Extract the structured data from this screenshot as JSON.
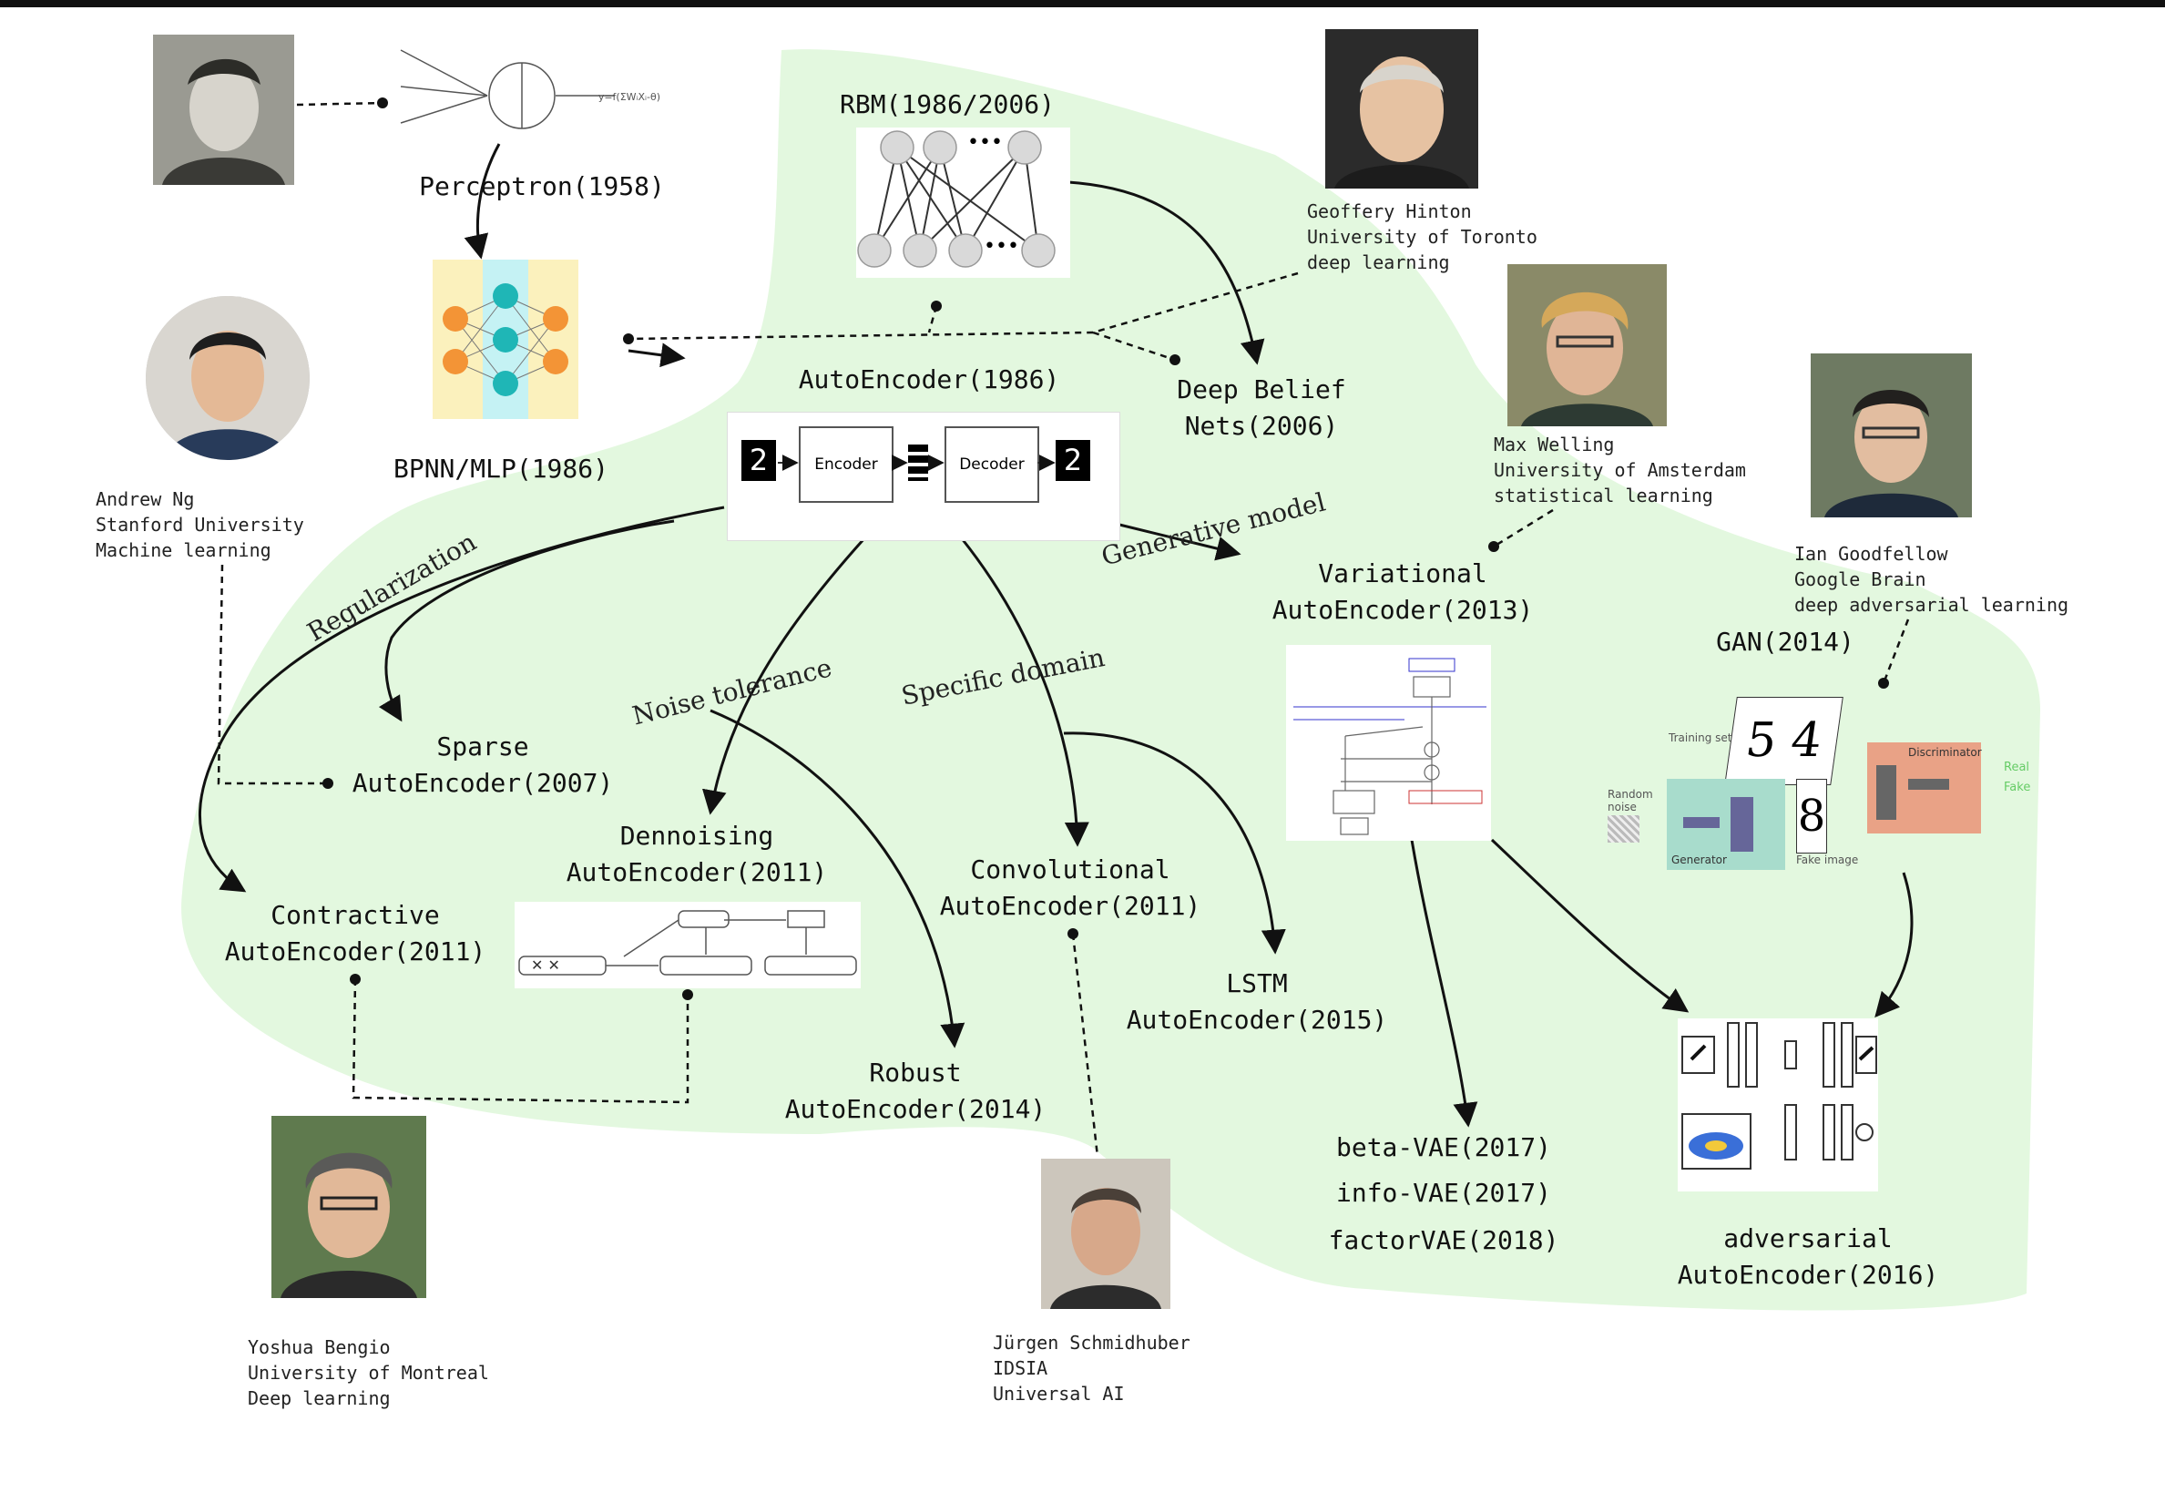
{
  "nodes": {
    "perceptron": "Perceptron(1958)",
    "rbm": "RBM(1986/2006)",
    "bpnn": "BPNN/MLP(1986)",
    "autoencoder": "AutoEncoder(1986)",
    "dbn": "Deep Belief\nNets(2006)",
    "vae": "Variational\nAutoEncoder(2013)",
    "gan": "GAN(2014)",
    "sparse": "Sparse\nAutoEncoder(2007)",
    "denoising": "Dennoising\nAutoEncoder(2011)",
    "contractive": "Contractive\nAutoEncoder(2011)",
    "convolutional": "Convolutional\nAutoEncoder(2011)",
    "lstm": "LSTM\nAutoEncoder(2015)",
    "robust": "Robust\nAutoEncoder(2014)",
    "beta_vae": "beta-VAE(2017)",
    "info_vae": "info-VAE(2017)",
    "factor_vae": "factorVAE(2018)",
    "adversarial": "adversarial\nAutoEncoder(2016)"
  },
  "edge_labels": {
    "regularization": "Regularization",
    "noise": "Noise tolerance",
    "specific": "Specific domain",
    "generative": "Generative model"
  },
  "people": {
    "hinton": "Geoffery Hinton\nUniversity of Toronto\ndeep learning",
    "ng": "Andrew Ng\nStanford University\nMachine learning",
    "welling": "Max Welling\nUniversity of Amsterdam\nstatistical learning",
    "goodfellow": "Ian Goodfellow\nGoogle Brain\ndeep adversarial learning",
    "bengio": "Yoshua Bengio\nUniversity of Montreal\nDeep learning",
    "schmidhuber": "Jürgen Schmidhuber\nIDSIA\nUniversal AI"
  },
  "figures": {
    "ae_encoder": "Encoder",
    "ae_decoder": "Decoder",
    "ae_digit": "2",
    "gan_training": "Training set",
    "gan_random": "Random noise",
    "gan_generator": "Generator",
    "gan_discriminator": "Discriminator",
    "gan_fake_image": "Fake image",
    "gan_real": "Real",
    "gan_fake": "Fake",
    "rbm_dots": "•••"
  },
  "colors": {
    "region": "#e3f8df",
    "arrow": "#111111"
  }
}
